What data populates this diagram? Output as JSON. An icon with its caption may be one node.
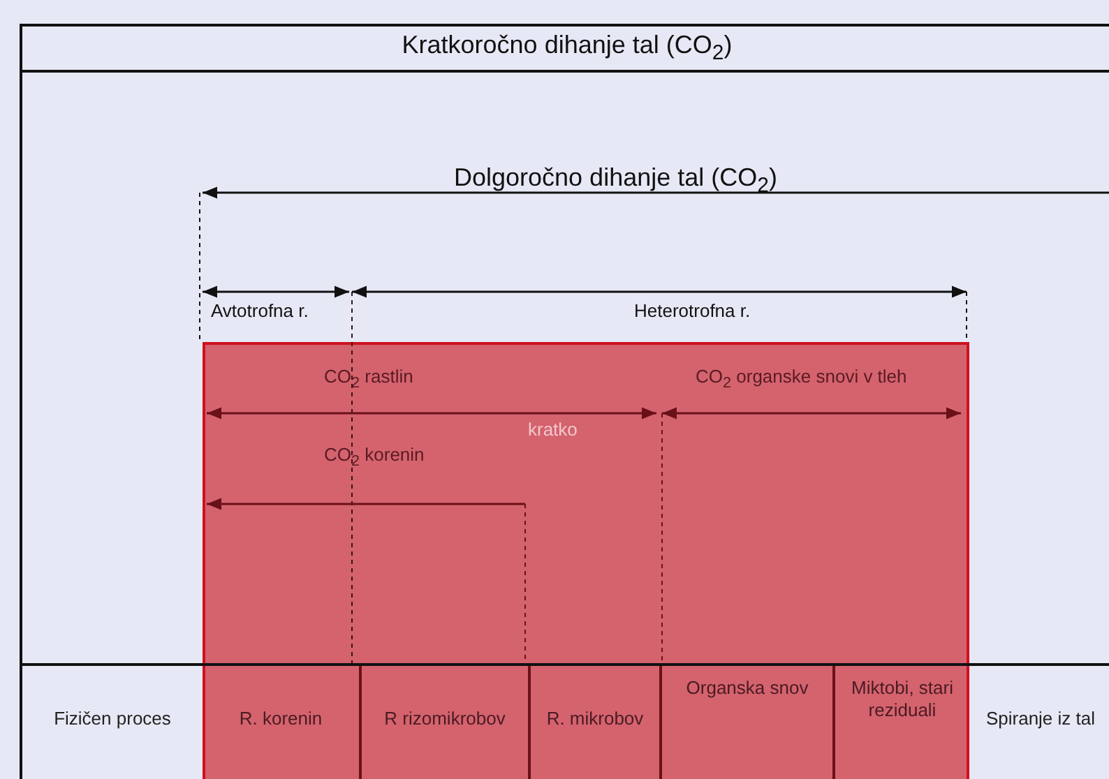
{
  "diagram": {
    "nodes": [
      {
        "text": [
          "Kratkoročno dihanje tal (CO$_{2}$)"
        ]
      },
      {
        "text": [
          "Fizičen proces"
        ],
        "in": 0
      },
      {
        "text": [
          "R. korenin"
        ],
        "in": 0
      },
      {
        "text": [
          "R rizomikrobov"
        ],
        "in": 0
      },
      {
        "text": [
          "R. mikrobov"
        ],
        "in": 0
      },
      {
        "text": [
          "Organska snov"
        ],
        "in": 0
      },
      {
        "text": [
          "Miktobi, stari reziduali"
        ],
        "in": 0
      },
      {
        "text": [
          "Spiranje iz tal"
        ],
        "in": 0
      }
    ],
    "edges": [],
    "labels": [
      "Dolgoročno dihanje tal (CO$_{2}$)",
      "Avtotrofna r.",
      "Heterotrofna r.",
      "CO$_{2}$ rastlin",
      "CO$_{2}$ organske snovi v tleh",
      "kratko",
      "CO$_{2}$ korenin"
    ]
  }
}
